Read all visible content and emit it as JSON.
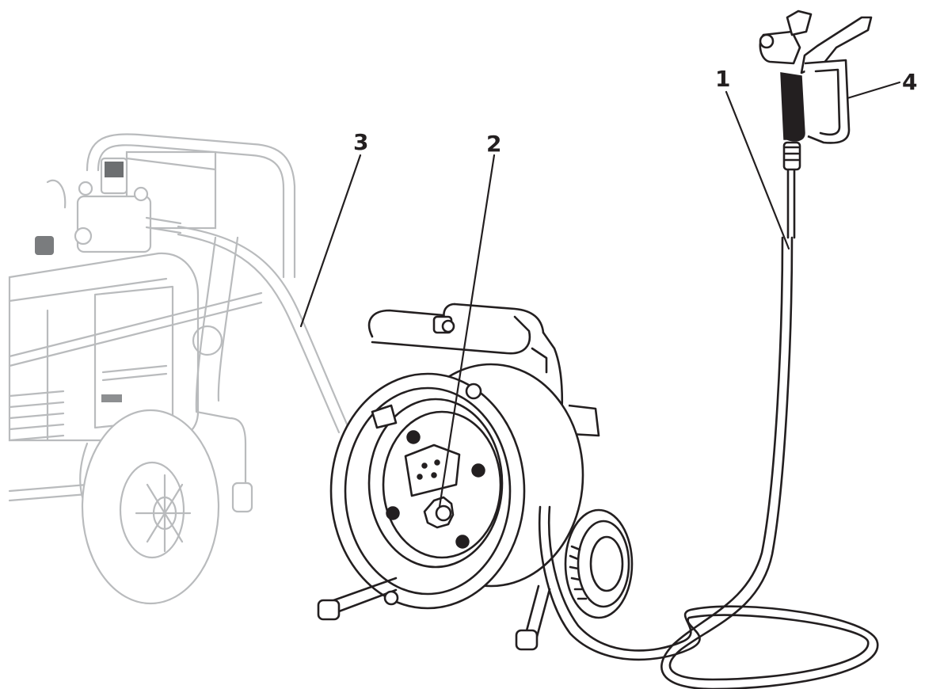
{
  "diagram": {
    "callouts": [
      {
        "id": "1",
        "label": "1"
      },
      {
        "id": "2",
        "label": "2"
      },
      {
        "id": "3",
        "label": "3"
      },
      {
        "id": "4",
        "label": "4"
      }
    ],
    "colors": {
      "ink": "#231f20",
      "faint": "#b9bbbd",
      "background": "#ffffff"
    }
  }
}
